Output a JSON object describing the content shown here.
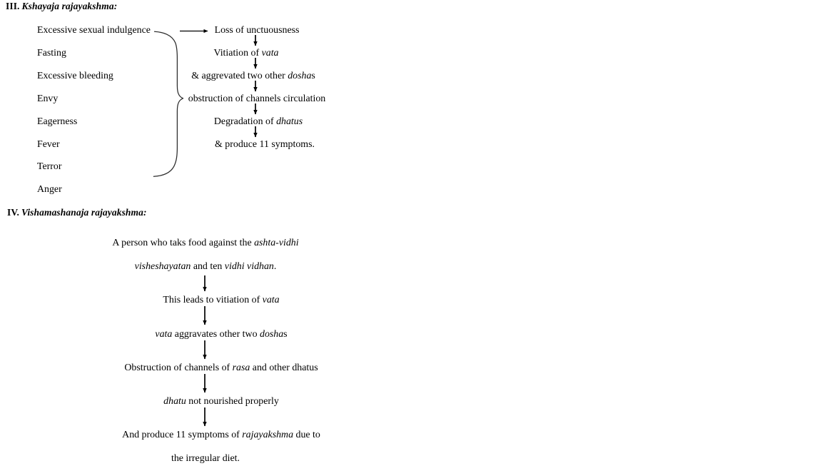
{
  "document": {
    "page_background": "#ffffff",
    "text_color": "#000000"
  },
  "sections": [
    {
      "id": "section-3",
      "numeral": "III.",
      "title": "Kshayaja rajayakshma:",
      "causes": [
        "Excessive sexual indulgence",
        "Fasting",
        "Excessive bleeding",
        "Envy",
        "Eagerness",
        "Fever",
        "Terror",
        "Anger"
      ],
      "flow": [
        {
          "id": "s3-step-1",
          "parts": [
            {
              "text": "Loss of unctuousness",
              "italic": false
            }
          ]
        },
        {
          "id": "s3-step-2",
          "parts": [
            {
              "text": "Vitiation of ",
              "italic": false
            },
            {
              "text": "vata",
              "italic": true
            }
          ]
        },
        {
          "id": "s3-step-3",
          "parts": [
            {
              "text": "& aggrevated two other ",
              "italic": false
            },
            {
              "text": "dosha",
              "italic": true
            },
            {
              "text": "s",
              "italic": false
            }
          ]
        },
        {
          "id": "s3-step-4",
          "parts": [
            {
              "text": "obstruction of channels circulation",
              "italic": false
            }
          ]
        },
        {
          "id": "s3-step-5",
          "parts": [
            {
              "text": "Degradation of ",
              "italic": false
            },
            {
              "text": "dhatus",
              "italic": true
            }
          ]
        },
        {
          "id": "s3-step-6",
          "parts": [
            {
              "text": "& produce 11 symptoms.",
              "italic": false
            }
          ]
        }
      ]
    },
    {
      "id": "section-4",
      "numeral": "IV.",
      "title": "Vishamashanaja rajayakshma:",
      "flow": [
        {
          "id": "s4-step-1a",
          "parts": [
            {
              "text": "A person who taks food against the ",
              "italic": false
            },
            {
              "text": "ashta-vidhi",
              "italic": true
            }
          ]
        },
        {
          "id": "s4-step-1b",
          "parts": [
            {
              "text": "visheshayatan",
              "italic": true
            },
            {
              "text": " and ten ",
              "italic": false
            },
            {
              "text": "vidhi vidhan",
              "italic": true
            },
            {
              "text": ".",
              "italic": false
            }
          ]
        },
        {
          "id": "s4-step-2",
          "parts": [
            {
              "text": "This leads to vitiation of ",
              "italic": false
            },
            {
              "text": "vata",
              "italic": true
            }
          ]
        },
        {
          "id": "s4-step-3",
          "parts": [
            {
              "text": "vata",
              "italic": true
            },
            {
              "text": " aggravates other two ",
              "italic": false
            },
            {
              "text": "dosha",
              "italic": true
            },
            {
              "text": "s",
              "italic": false
            }
          ]
        },
        {
          "id": "s4-step-4",
          "parts": [
            {
              "text": "Obstruction of channels of ",
              "italic": false
            },
            {
              "text": "rasa",
              "italic": true
            },
            {
              "text": " and other dhatus",
              "italic": false
            }
          ]
        },
        {
          "id": "s4-step-5",
          "parts": [
            {
              "text": "dhatu",
              "italic": true
            },
            {
              "text": " not nourished properly",
              "italic": false
            }
          ]
        },
        {
          "id": "s4-step-6a",
          "parts": [
            {
              "text": "And produce 11 symptoms of ",
              "italic": false
            },
            {
              "text": "rajayakshma",
              "italic": true
            },
            {
              "text": " due to",
              "italic": false
            }
          ]
        },
        {
          "id": "s4-step-6b",
          "parts": [
            {
              "text": "the irregular diet.",
              "italic": false
            }
          ]
        }
      ]
    }
  ],
  "connectors": {
    "brace_label": "curly-brace-grouping-causes",
    "horizontal_arrow_label": "arrow-causes-to-loss-of-unctuousness",
    "vertical_arrow_label": "arrow-down"
  }
}
